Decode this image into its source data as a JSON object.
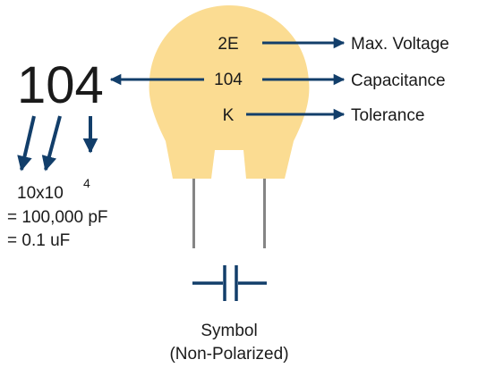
{
  "colors": {
    "body": "#fbdc92",
    "arrow": "#123e6a",
    "lead": "#858585",
    "symbol": "#123e6a",
    "text": "#1a1a1a"
  },
  "capacitor": {
    "markings": {
      "voltage": "2E",
      "capacitance": "104",
      "tolerance": "K"
    },
    "labels": {
      "voltage": "Max. Voltage",
      "capacitance": "Capacitance",
      "tolerance": "Tolerance"
    }
  },
  "decode": {
    "code": "104",
    "expression_base": "10x10",
    "expression_exponent": "4",
    "result_pf": "= 100,000 pF",
    "result_uf": "= 0.1 uF"
  },
  "symbol": {
    "caption_line1": "Symbol",
    "caption_line2": "(Non-Polarized)"
  }
}
